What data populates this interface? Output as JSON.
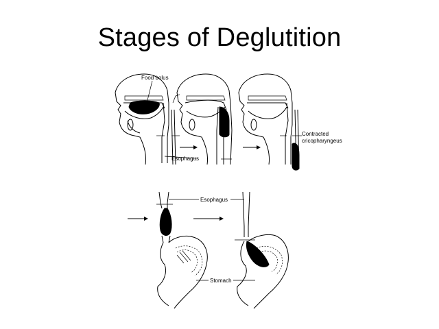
{
  "slide": {
    "title": "Stages of Deglutition"
  },
  "labels": {
    "food_bolus": "Food bolus",
    "esophagus_top": "Esophagus",
    "contracted_line1": "Contracted",
    "contracted_line2": "cricopharyngeus",
    "esophagus_bottom": "Esophagus",
    "stomach": "Stomach"
  },
  "icons": [
    "arrow-right-icon"
  ]
}
